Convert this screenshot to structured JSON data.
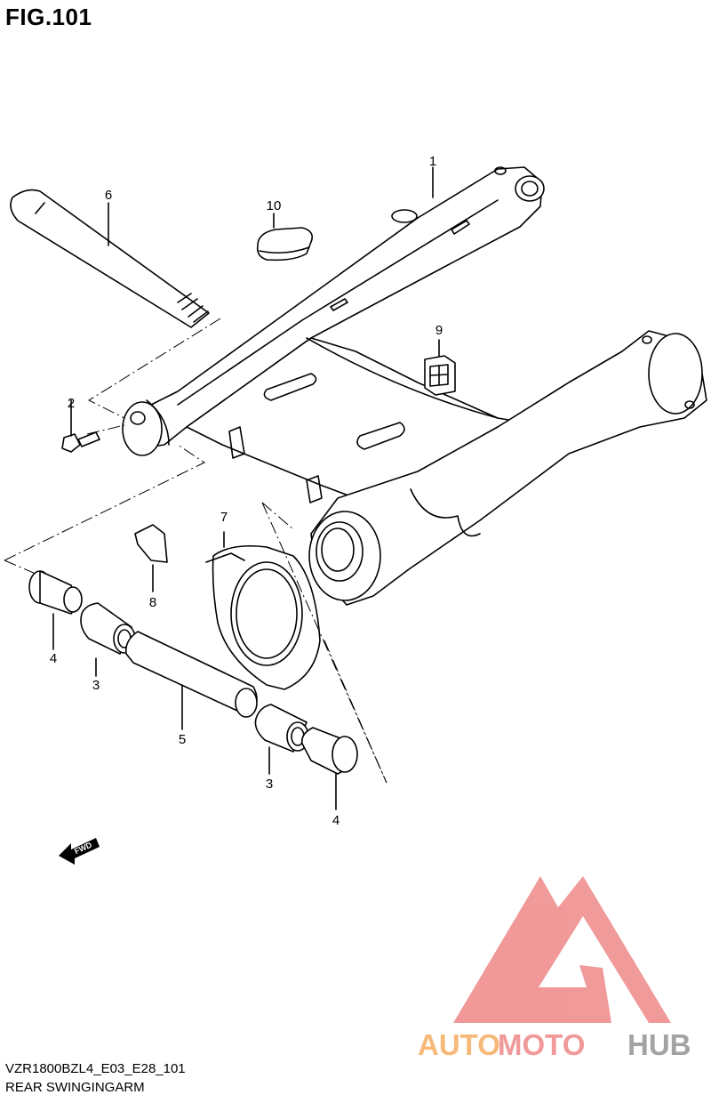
{
  "figure": {
    "title": "FIG.101"
  },
  "parts": [
    {
      "number": "1"
    },
    {
      "number": "2"
    },
    {
      "number": "3"
    },
    {
      "number": "3"
    },
    {
      "number": "4"
    },
    {
      "number": "4"
    },
    {
      "number": "5"
    },
    {
      "number": "6"
    },
    {
      "number": "7"
    },
    {
      "number": "8"
    },
    {
      "number": "9"
    },
    {
      "number": "10"
    }
  ],
  "fwd_marker": {
    "label": "FWD"
  },
  "footer": {
    "code": "VZR1800BZL4_E03_E28_101",
    "title": "REAR SWINGINGARM"
  },
  "watermark": {
    "word_part1": "AUTO",
    "word_part2": "MOTO",
    "word_part3": "HUB",
    "colors": {
      "triangle": "#f08f8f",
      "auto": "#f6b26b",
      "moto": "#f08f8f",
      "hub": "#9a9a9a"
    }
  }
}
